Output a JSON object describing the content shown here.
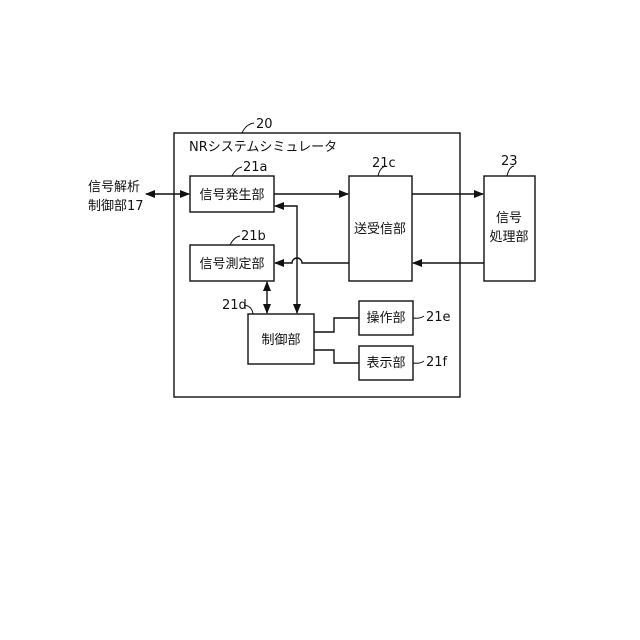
{
  "title_ref": "20",
  "system_name": "NRシステムシミュレータ",
  "external_left": {
    "line1": "信号解析",
    "line2": "制御部17"
  },
  "blocks": {
    "gen": {
      "label": "信号発生部",
      "ref": "21a"
    },
    "meas": {
      "label": "信号測定部",
      "ref": "21b"
    },
    "trx": {
      "label": "送受信部",
      "ref": "21c"
    },
    "ctrl": {
      "label": "制御部",
      "ref": "21d"
    },
    "op": {
      "label": "操作部",
      "ref": "21e"
    },
    "disp": {
      "label": "表示部",
      "ref": "21f"
    },
    "proc": {
      "line1": "信号",
      "line2": "処理部",
      "ref": "23"
    }
  }
}
